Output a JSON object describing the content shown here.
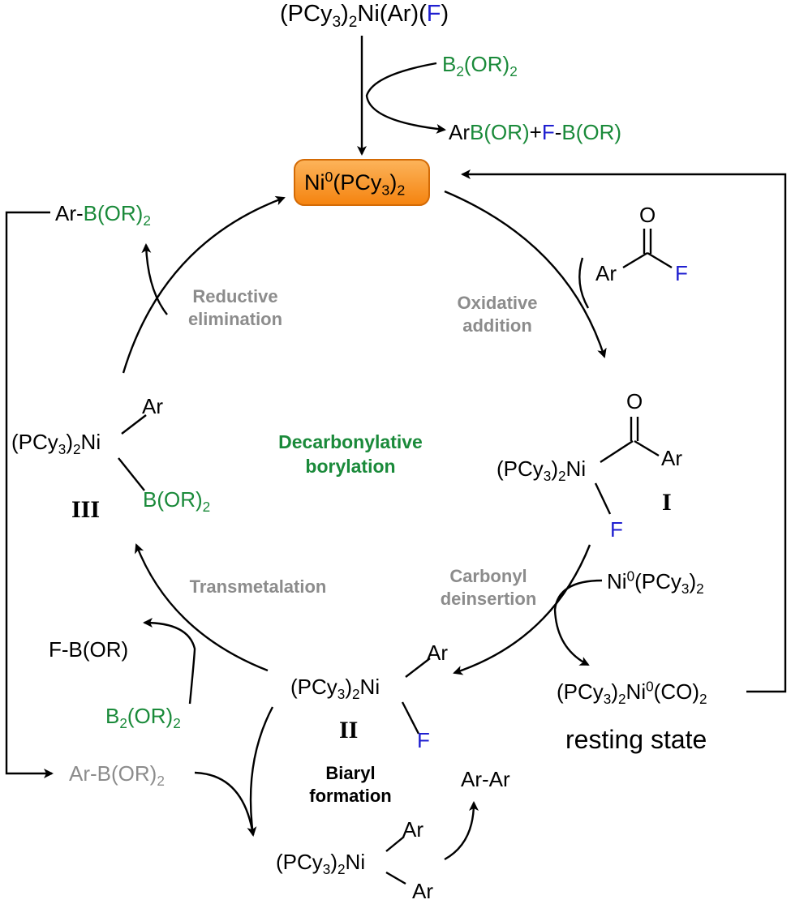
{
  "top_reagent": {
    "pre": "(PCy",
    "s1": "3",
    "mid": ")",
    "s2": "2",
    "post": "Ni(Ar)(",
    "f": "F",
    "end": ")"
  },
  "b2or2_top": {
    "pre": "B",
    "s": "2",
    "post": "(OR)",
    "s2": "2"
  },
  "byproduct_top": {
    "ar": "Ar",
    "bor": "B(OR)",
    "plus": "+",
    "f": "F",
    "dash": "-",
    "bor2": "B(OR)"
  },
  "catalyst": {
    "pre": "Ni",
    "sup": "0",
    "mid": "(PCy",
    "s1": "3",
    "close": ")",
    "s2": "2"
  },
  "product_arbor2": {
    "ar": "Ar-",
    "bor": "B(OR)",
    "s": "2"
  },
  "acyl_fluoride": {
    "o": "O",
    "ar": "Ar",
    "f": "F"
  },
  "steps": {
    "reductive_elimination": [
      "Reductive",
      "elimination"
    ],
    "oxidative_addition": [
      "Oxidative",
      "addition"
    ],
    "carbonyl_deinsertion": [
      "Carbonyl",
      "deinsertion"
    ],
    "transmetalation": "Transmetalation"
  },
  "center_label": [
    "Decarbonylative",
    "borylation"
  ],
  "biaryl_label": [
    "Biaryl",
    "formation"
  ],
  "intermediate_I": {
    "label": "I",
    "ni": "(PCy",
    "s1": "3",
    "close": ")",
    "s2": "2",
    "ni2": "Ni",
    "o": "O",
    "ar": "Ar",
    "f": "F"
  },
  "intermediate_II": {
    "label": "II",
    "ni": "(PCy",
    "s1": "3",
    "close": ")",
    "s2": "2",
    "ni2": "Ni",
    "ar": "Ar",
    "f": "F"
  },
  "intermediate_III": {
    "label": "III",
    "ni": "(PCy",
    "s1": "3",
    "close": ")",
    "s2": "2",
    "ni2": "Ni",
    "ar": "Ar",
    "bor": "B(OR)",
    "s": "2"
  },
  "ni0_reagent": {
    "pre": "Ni",
    "sup": "0",
    "mid": "(PCy",
    "s1": "3",
    "close": ")",
    "s2": "2"
  },
  "resting": {
    "pre": "(PCy",
    "s1": "3",
    "close": ")",
    "s2": "2",
    "ni": "Ni",
    "sup": "0",
    "co": "(CO)",
    "s3": "2",
    "label": "resting state"
  },
  "fbor_left": "F-B(OR)",
  "b2or2_left": {
    "pre": "B",
    "s": "2",
    "post": "(OR)",
    "s2": "2"
  },
  "arbor2_grey": {
    "pre": "Ar-B(OR)",
    "s": "2"
  },
  "diaryl": {
    "ni": "(PCy",
    "s1": "3",
    "close": ")",
    "s2": "2",
    "ni2": "Ni",
    "ar1": "Ar",
    "ar2": "Ar"
  },
  "biaryl_product": "Ar-Ar",
  "colors": {
    "boron": "#1a8a3a",
    "fluorine": "#1f1fd0",
    "step_label": "#8c8c8c",
    "catalyst_fill": "#f58410"
  }
}
